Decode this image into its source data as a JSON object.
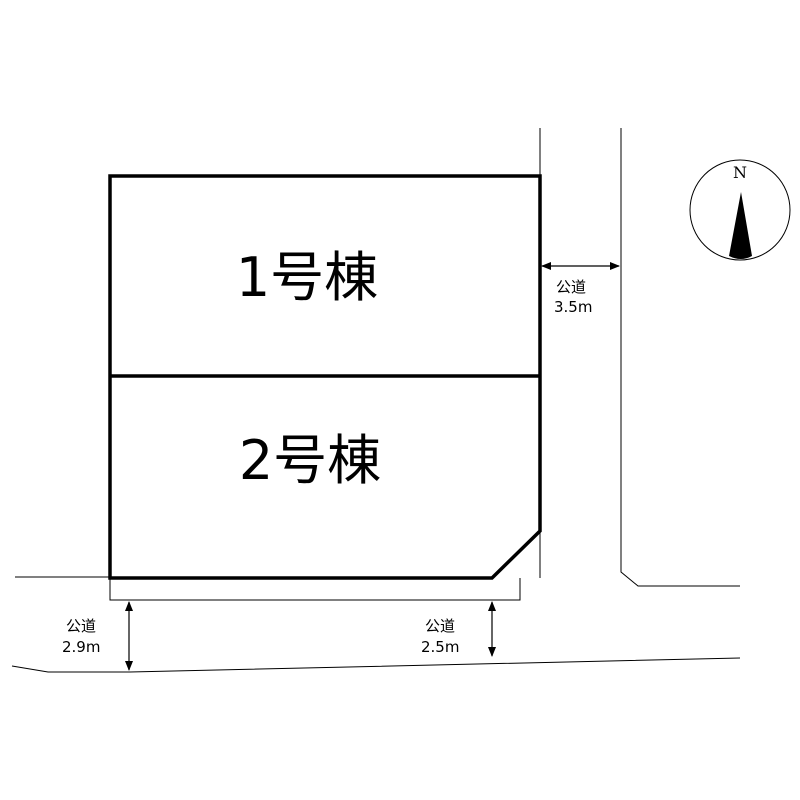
{
  "lots": [
    {
      "name": "1号棟"
    },
    {
      "name": "2号棟"
    }
  ],
  "roads": [
    {
      "position": "east",
      "label": "公道",
      "width": "3.5m"
    },
    {
      "position": "south-west",
      "label": "公道",
      "width": "2.9m"
    },
    {
      "position": "south-east",
      "label": "公道",
      "width": "2.5m"
    }
  ],
  "north_arrow": {
    "label": "N"
  }
}
